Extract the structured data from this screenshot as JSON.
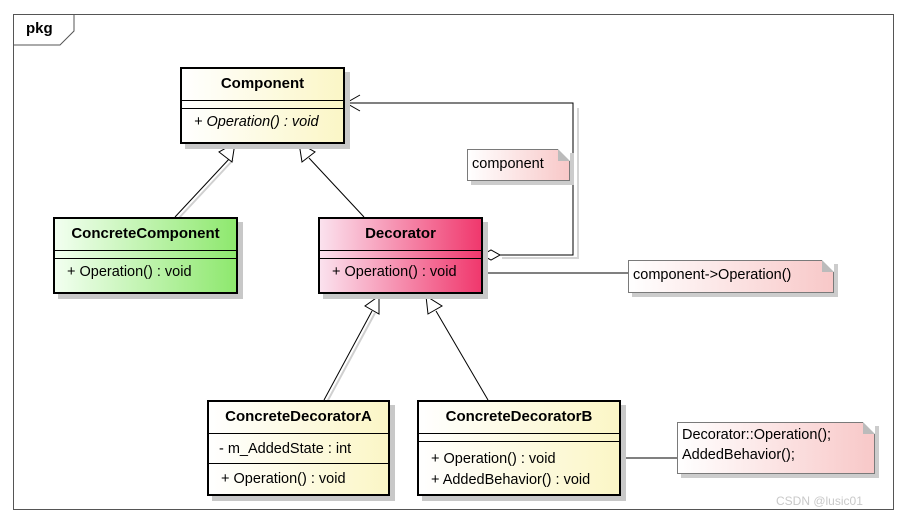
{
  "package": {
    "label": "pkg"
  },
  "classes": {
    "component": {
      "name": "Component",
      "ops": [
        "+ Operation() : void"
      ],
      "fill": [
        "#ffffff",
        "#fbf6c6"
      ]
    },
    "concrete_component": {
      "name": "ConcreteComponent",
      "ops": [
        "+ Operation() : void"
      ],
      "fill": [
        "#f2fff0",
        "#8ee86e"
      ]
    },
    "decorator": {
      "name": "Decorator",
      "ops": [
        "+ Operation() : void"
      ],
      "fill": [
        "#fbe2ee",
        "#f0386d"
      ]
    },
    "concrete_decorator_a": {
      "name": "ConcreteDecoratorA",
      "attrs": [
        "- m_AddedState : int"
      ],
      "ops": [
        "+ Operation() : void"
      ],
      "fill": [
        "#ffffff",
        "#fbf6c6"
      ]
    },
    "concrete_decorator_b": {
      "name": "ConcreteDecoratorB",
      "ops": [
        "+ Operation() : void",
        "+ AddedBehavior() : void"
      ],
      "fill": [
        "#ffffff",
        "#fbf6c6"
      ]
    }
  },
  "notes": {
    "component_label": {
      "lines": [
        "component"
      ]
    },
    "decorator_op": {
      "lines": [
        "component->Operation()"
      ]
    },
    "decorator_b_op": {
      "lines": [
        "Decorator::Operation();",
        "AddedBehavior();"
      ]
    }
  },
  "colors": {
    "note_fill": [
      "#ffffff",
      "#f8c8c8"
    ],
    "border": "#000000"
  },
  "watermark": "CSDN @lusic01"
}
